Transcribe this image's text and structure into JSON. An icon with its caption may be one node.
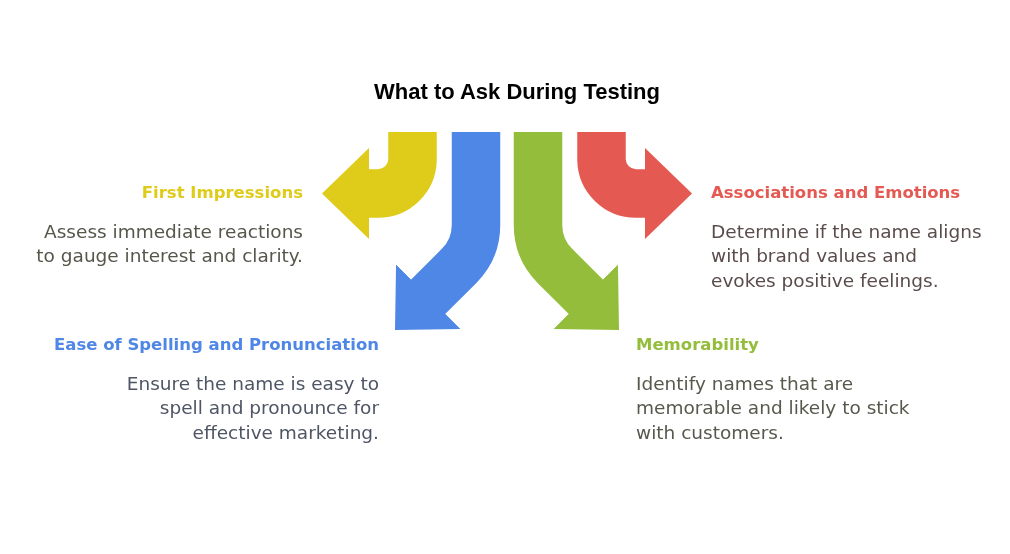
{
  "diagram": {
    "title": "What to Ask During Testing",
    "nodes": [
      {
        "text": [
          "First Impressions",
          "Assess immediate reactions to gauge interest and clarity."
        ]
      },
      {
        "text": [
          "Associations and Emotions",
          "Determine if the name aligns with brand values and evokes positive feelings."
        ]
      },
      {
        "text": [
          "Ease of Spelling and Pronunciation",
          "Ensure the name is easy to spell and pronounce for effective marketing."
        ]
      },
      {
        "text": [
          "Memorability",
          "Identify names that are memorable and likely to stick with customers."
        ]
      }
    ],
    "edges": [
      {
        "from": null,
        "to": 0,
        "arrow": "to",
        "color": "#dfcb1a"
      },
      {
        "from": null,
        "to": 2,
        "arrow": "to",
        "color": "#4f87e6"
      },
      {
        "from": null,
        "to": 3,
        "arrow": "to",
        "color": "#93bd3b"
      },
      {
        "from": null,
        "to": 1,
        "arrow": "to",
        "color": "#e45a53"
      }
    ]
  }
}
